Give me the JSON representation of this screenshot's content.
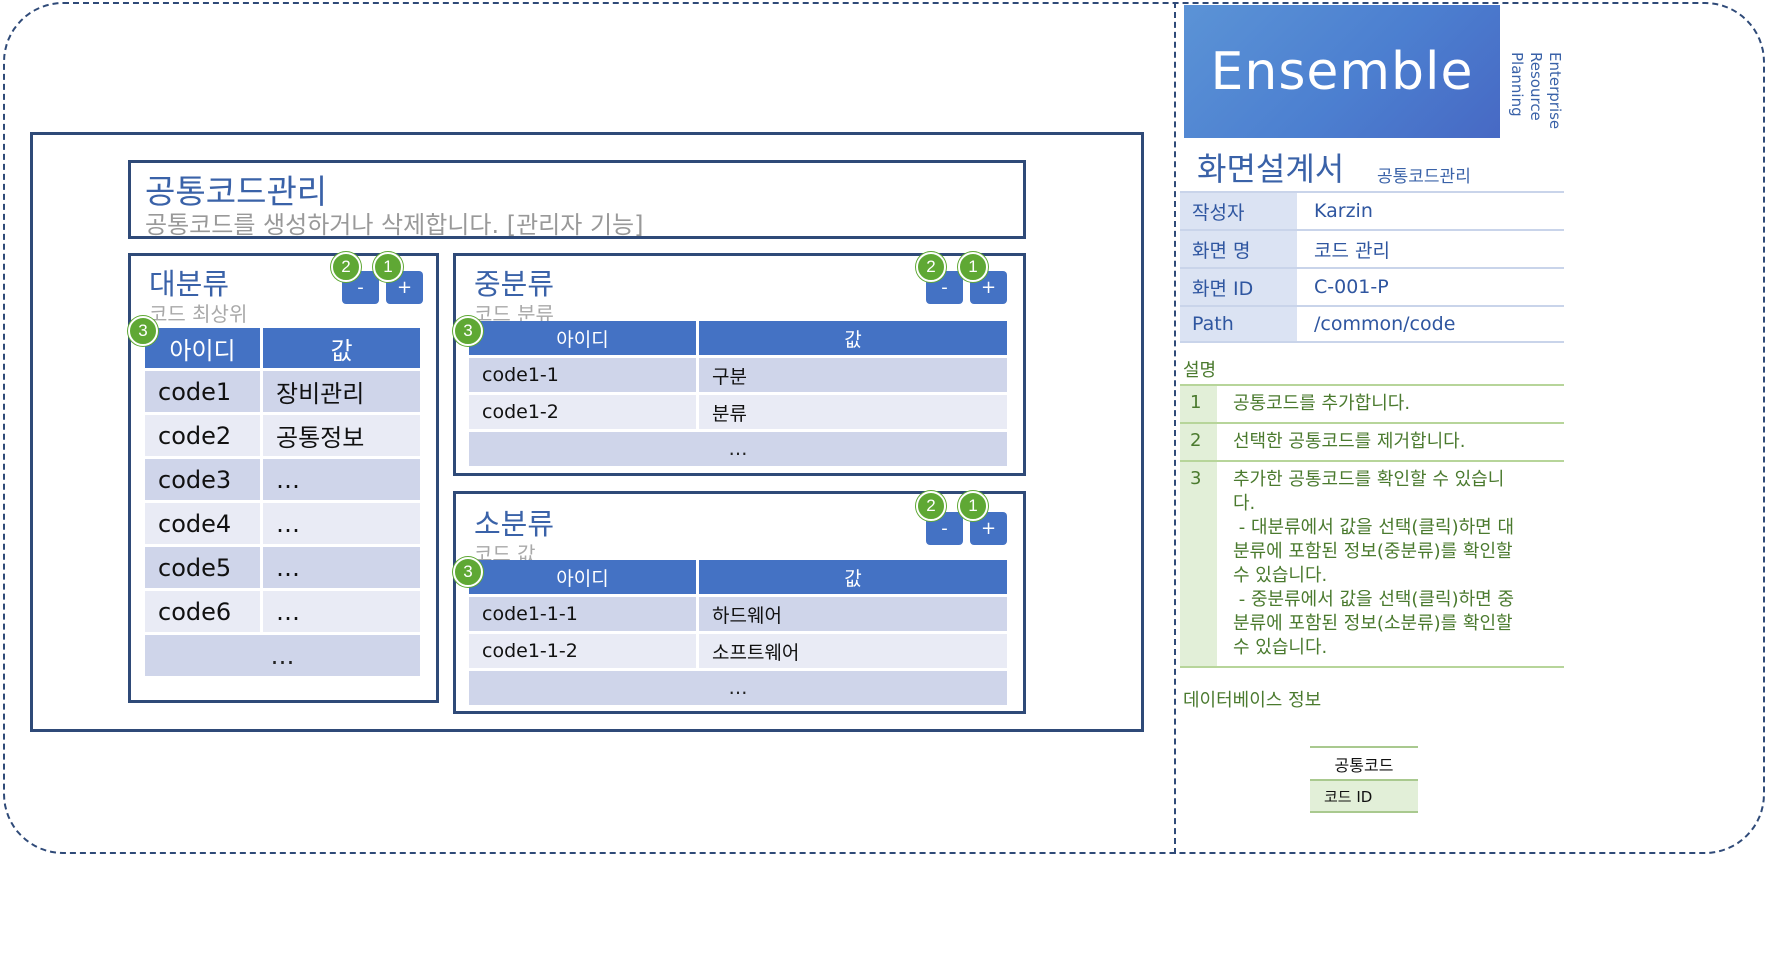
{
  "page": {
    "title": "공통코드관리",
    "description": "공통코드를 생성하거나 삭제합니다. [관리자 기능]"
  },
  "buttons": {
    "remove": "-",
    "add": "+"
  },
  "badges": {
    "one": "1",
    "two": "2",
    "three": "3"
  },
  "major": {
    "title": "대분류",
    "subtitle": "코드 최상위",
    "headers": [
      "아이디",
      "값"
    ],
    "rows": [
      [
        "code1",
        "장비관리"
      ],
      [
        "code2",
        "공통정보"
      ],
      [
        "code3",
        "…"
      ],
      [
        "code4",
        "…"
      ],
      [
        "code5",
        "…"
      ],
      [
        "code6",
        "…"
      ]
    ],
    "more": "…"
  },
  "middle": {
    "title": "중분류",
    "subtitle": "코드 분류",
    "headers": [
      "아이디",
      "값"
    ],
    "rows": [
      [
        "code1-1",
        "구분"
      ],
      [
        "code1-2",
        "분류"
      ]
    ],
    "more": "…"
  },
  "minor": {
    "title": "소분류",
    "subtitle": "코드 값",
    "headers": [
      "아이디",
      "값"
    ],
    "rows": [
      [
        "code1-1-1",
        "하드웨어"
      ],
      [
        "code1-1-2",
        "소프트웨어"
      ]
    ],
    "more": "…"
  },
  "info": {
    "logo": "Ensemble",
    "erp": "Enterprise\nResource\nPlanning",
    "doc_title": "화면설계서",
    "doc_subtitle": "공통코드관리",
    "meta": [
      [
        "작성자",
        "Karzin"
      ],
      [
        "화면 명",
        "코드 관리"
      ],
      [
        "화면 ID",
        "C-001-P"
      ],
      [
        "Path",
        "/common/code"
      ]
    ],
    "desc_label": "설명",
    "desc": [
      [
        "1",
        "공통코드를 추가합니다."
      ],
      [
        "2",
        "선택한 공통코드를 제거합니다."
      ],
      [
        "3",
        "추가한 공통코드를 확인할 수 있습니\n다.\n - 대분류에서 값을 선택(클릭)하면 대\n분류에 포함된 정보(중분류)를 확인할\n수 있습니다.\n - 중분류에서 값을 선택(클릭)하면 중\n분류에 포함된 정보(소분류)를 확인할\n수 있습니다."
      ]
    ],
    "db_label": "데이터베이스 정보",
    "table_name": "공통코드",
    "table_field": "코드 ID"
  },
  "colors": {
    "accent": "#4472c4",
    "frame": "#2f4a78",
    "title": "#3a62a8",
    "badge": "#5fa834",
    "note_green": "#4a7a2e"
  }
}
